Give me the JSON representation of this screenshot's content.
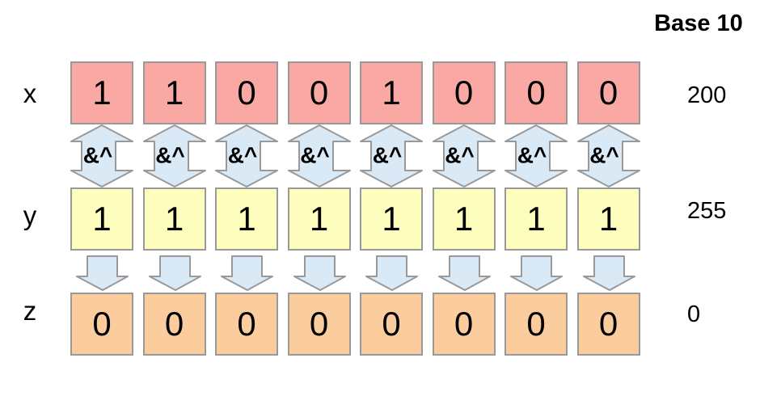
{
  "header": {
    "base10_label": "Base 10"
  },
  "operator": {
    "label": "&^"
  },
  "rows": {
    "x": {
      "label": "x",
      "bits": [
        "1",
        "1",
        "0",
        "0",
        "1",
        "0",
        "0",
        "0"
      ],
      "base10": "200"
    },
    "y": {
      "label": "y",
      "bits": [
        "1",
        "1",
        "1",
        "1",
        "1",
        "1",
        "1",
        "1"
      ],
      "base10": "255"
    },
    "z": {
      "label": "z",
      "bits": [
        "0",
        "0",
        "0",
        "0",
        "0",
        "0",
        "0",
        "0"
      ],
      "base10": "0"
    }
  },
  "colors": {
    "box_x": "#FAA8A3",
    "box_y": "#FDFDBE",
    "box_z": "#FBCD9E",
    "arrow_fill": "#DAE9F6",
    "border": "#999999",
    "ink": "#000000"
  }
}
